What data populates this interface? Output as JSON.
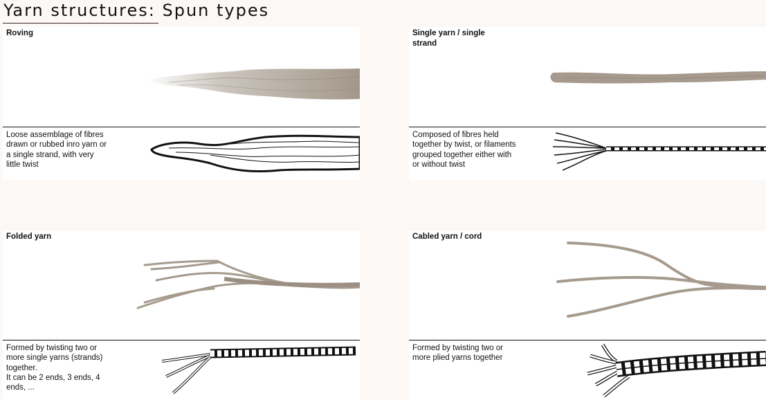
{
  "page": {
    "title": "Yarn structures: Spun types"
  },
  "panels": [
    {
      "heading": "Roving",
      "description": "Loose assemblage of fibres drawn or rubbed inro yarn or a single strand, with very little twist",
      "photo_icon": "roving-photo",
      "diagram_icon": "roving-drawing"
    },
    {
      "heading": "Single yarn / single strand",
      "description": "Composed of fibres held together by twist, or filaments grouped together either with or without twist",
      "photo_icon": "single-yarn-photo",
      "diagram_icon": "single-yarn-drawing"
    },
    {
      "heading": "Folded yarn",
      "description": "Formed by twisting two or more single yarns (strands) together.\nIt can be 2 ends, 3 ends, 4 ends, ...",
      "photo_icon": "folded-yarn-photo",
      "diagram_icon": "folded-yarn-drawing"
    },
    {
      "heading": "Cabled yarn / cord",
      "description": "Formed by twisting two or more plied yarns together",
      "photo_icon": "cabled-yarn-photo",
      "diagram_icon": "cabled-yarn-drawing"
    }
  ],
  "colors": {
    "yarn": "#a59a8d",
    "ink": "#111111",
    "panel": "#ffffff",
    "page": "#fcf8f5"
  }
}
